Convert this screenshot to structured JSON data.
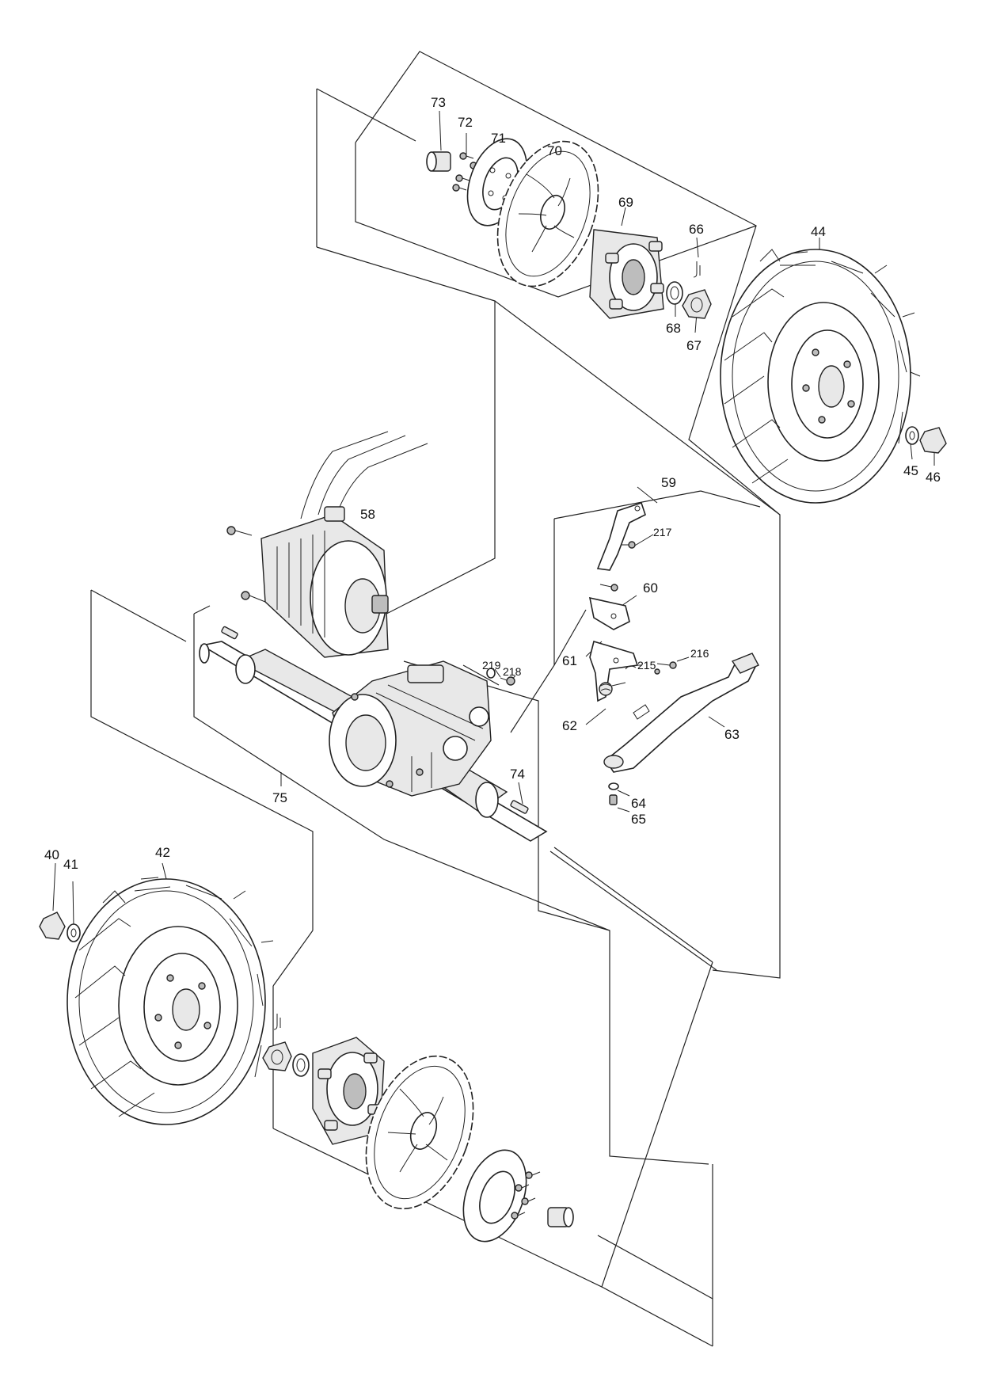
{
  "callouts": [
    {
      "id": "73",
      "text": "73"
    },
    {
      "id": "72",
      "text": "72"
    },
    {
      "id": "71",
      "text": "71"
    },
    {
      "id": "70",
      "text": "70"
    },
    {
      "id": "69",
      "text": "69"
    },
    {
      "id": "66",
      "text": "66"
    },
    {
      "id": "68",
      "text": "68"
    },
    {
      "id": "67",
      "text": "67"
    },
    {
      "id": "44",
      "text": "44"
    },
    {
      "id": "45",
      "text": "45"
    },
    {
      "id": "46",
      "text": "46"
    },
    {
      "id": "59",
      "text": "59"
    },
    {
      "id": "217",
      "text": "217"
    },
    {
      "id": "58",
      "text": "58"
    },
    {
      "id": "60",
      "text": "60"
    },
    {
      "id": "216",
      "text": "216"
    },
    {
      "id": "61",
      "text": "61"
    },
    {
      "id": "219",
      "text": "219"
    },
    {
      "id": "218",
      "text": "218"
    },
    {
      "id": "215",
      "text": "215"
    },
    {
      "id": "62",
      "text": "62"
    },
    {
      "id": "63",
      "text": "63"
    },
    {
      "id": "74",
      "text": "74"
    },
    {
      "id": "64",
      "text": "64"
    },
    {
      "id": "65",
      "text": "65"
    },
    {
      "id": "75",
      "text": "75"
    },
    {
      "id": "40",
      "text": "40"
    },
    {
      "id": "41",
      "text": "41"
    },
    {
      "id": "42",
      "text": "42"
    }
  ]
}
